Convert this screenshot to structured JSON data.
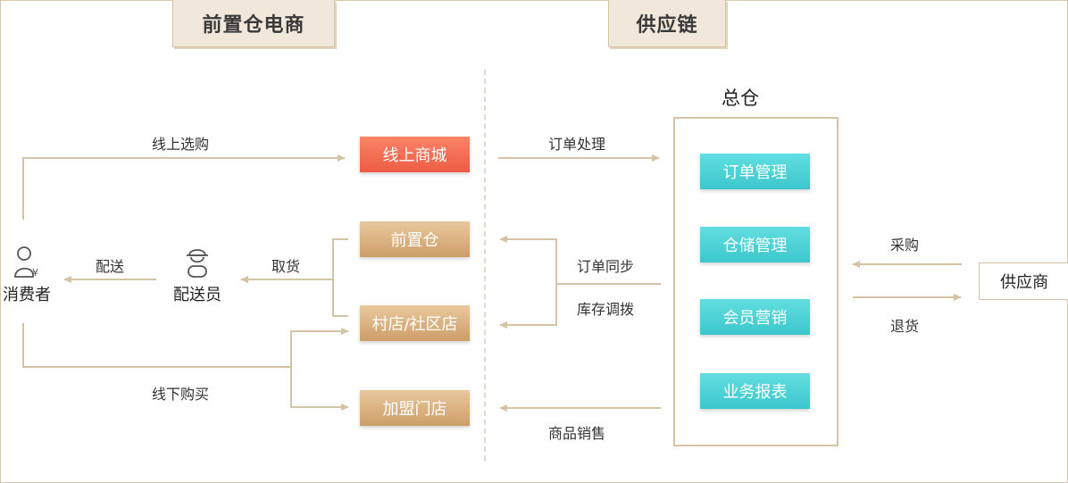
{
  "headers": {
    "left": "前置仓电商",
    "right": "供应链"
  },
  "left_nodes": {
    "consumer": "消费者",
    "courier": "配送员"
  },
  "channels": {
    "online_mall": "线上商城",
    "front_warehouse": "前置仓",
    "village_store": "村店/社区店",
    "franchise_store": "加盟门店"
  },
  "left_labels": {
    "online_shopping": "线上选购",
    "delivery": "配送",
    "pickup": "取货",
    "offline_purchase": "线下购买"
  },
  "middle_labels": {
    "order_processing": "订单处理",
    "order_sync": "订单同步",
    "inventory_transfer": "库存调拨",
    "product_sales": "商品销售"
  },
  "central_warehouse": {
    "title": "总仓",
    "modules": [
      "订单管理",
      "仓储管理",
      "会员营销",
      "业务报表"
    ]
  },
  "supplier": {
    "name": "供应商",
    "purchase": "采购",
    "returns": "退货"
  },
  "colors": {
    "line": "#d5c3a5",
    "online_mall": "#f07059",
    "channel": "#dbb283",
    "module": "#4fd3d6"
  }
}
